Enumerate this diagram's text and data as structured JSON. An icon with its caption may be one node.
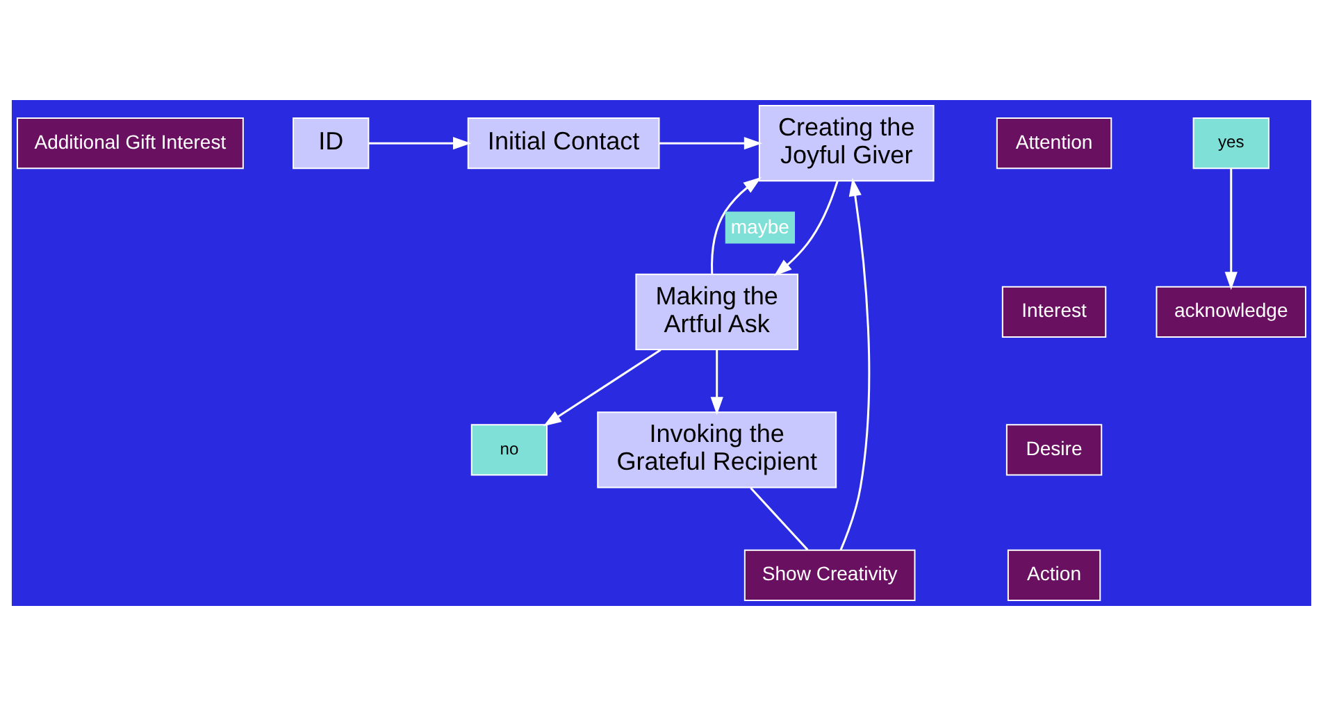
{
  "diagram": {
    "nodes": [
      {
        "text": [
          "Initial Contact"
        ]
      },
      {
        "text": [
          "ID"
        ]
      },
      {
        "text": [
          "Creating the Joyful Giver"
        ]
      },
      {
        "text": [
          "Attention"
        ]
      },
      {
        "text": [
          "Interest"
        ]
      },
      {
        "text": [
          "Desire"
        ]
      },
      {
        "text": [
          "Action"
        ]
      },
      {
        "text": [
          "Additional Gift Interest"
        ]
      },
      {
        "text": [
          "Making the Artful Ask"
        ]
      },
      {
        "text": [
          "Show Creativity"
        ]
      },
      {
        "text": [
          "yes"
        ]
      },
      {
        "text": [
          "Invoking the Grateful Recipient"
        ]
      },
      {
        "text": [
          "no"
        ]
      },
      {
        "text": [
          "acknowledge"
        ]
      }
    ],
    "edges": [
      {
        "from": 1,
        "to": 0,
        "arrow": "to"
      },
      {
        "from": 0,
        "to": 2,
        "arrow": "to"
      },
      {
        "from": 2,
        "to": 8,
        "arrow": "to"
      },
      {
        "from": 8,
        "to": 2,
        "arrow": "to",
        "label": "maybe"
      },
      {
        "from": 8,
        "to": 11,
        "arrow": "to"
      },
      {
        "from": 8,
        "to": 12,
        "arrow": "to"
      },
      {
        "from": 10,
        "to": 13,
        "arrow": "to"
      },
      {
        "from": 11,
        "to": 9,
        "arrow": "none"
      },
      {
        "from": 9,
        "to": 2,
        "arrow": "to"
      }
    ]
  }
}
